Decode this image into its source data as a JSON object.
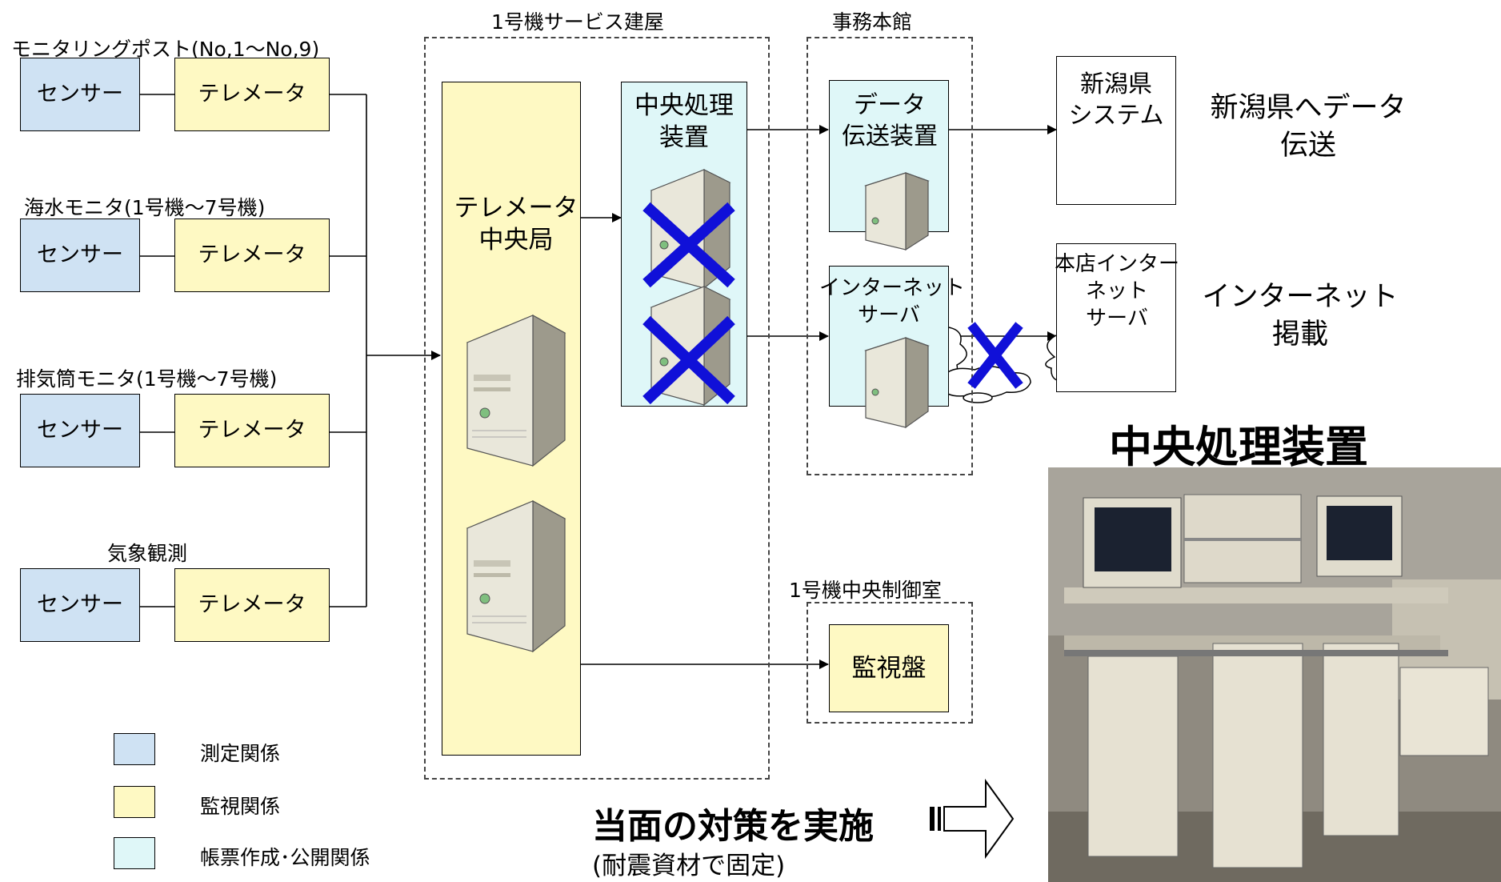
{
  "groups": {
    "monitoring_post": "モニタリングポスト(No,1～No,9)",
    "seawater": "海水モニタ(1号機～7号機)",
    "stack": "排気筒モニタ(1号機～7号機)",
    "weather": "気象観測"
  },
  "sensor_label": "センサー",
  "telemeter_label": "テレメータ",
  "service_building": "1号機サービス建屋",
  "central_station": "テレメータ\n中央局",
  "central_processor": "中央処理\n装置",
  "main_office": "事務本館",
  "data_transmitter": "データ\n伝送装置",
  "internet_server": "インターネット\nサーバ",
  "niigata_system": "新潟県\nシステム",
  "niigata_caption": "新潟県へデータ\n伝送",
  "hq_server": "本店インター\nネット\nサーバ",
  "internet_caption": "インターネット\n掲載",
  "control_room": "1号機中央制御室",
  "monitor_panel": "監視盤",
  "legend": [
    {
      "label": "測定関係",
      "color": "#cfe2f3"
    },
    {
      "label": "監視関係",
      "color": "#fef9c3"
    },
    {
      "label": "帳票作成･公開関係",
      "color": "#dff7f8"
    }
  ],
  "measure_title": "当面の対策を実施",
  "measure_sub": "(耐震資材で固定)",
  "photo_title": "中央処理装置",
  "colors": {
    "cross": "#1010d8",
    "sensor": "#cfe2f3",
    "telemeter": "#fef9c3",
    "processing": "#dff7f8"
  }
}
